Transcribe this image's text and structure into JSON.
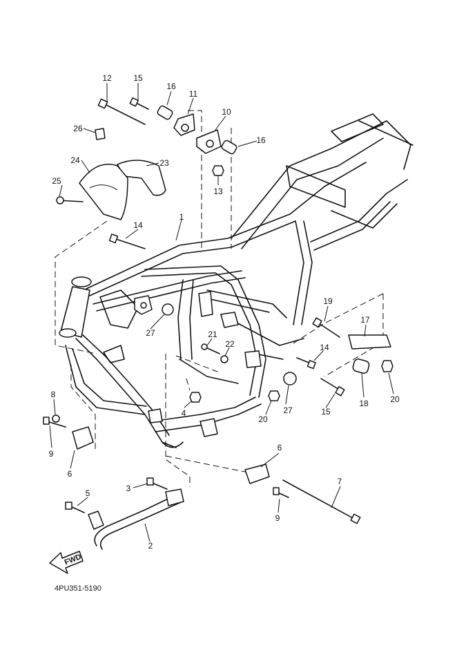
{
  "diagram": {
    "part_code": "4PU351-5190",
    "fwd_label": "FWD"
  },
  "callouts": [
    {
      "key": "c1",
      "label": "1"
    },
    {
      "key": "c2",
      "label": "2"
    },
    {
      "key": "c3",
      "label": "3"
    },
    {
      "key": "c4",
      "label": "4"
    },
    {
      "key": "c5",
      "label": "5"
    },
    {
      "key": "c6a",
      "label": "6"
    },
    {
      "key": "c6b",
      "label": "6"
    },
    {
      "key": "c7",
      "label": "7"
    },
    {
      "key": "c8",
      "label": "8"
    },
    {
      "key": "c9a",
      "label": "9"
    },
    {
      "key": "c9b",
      "label": "9"
    },
    {
      "key": "c10",
      "label": "10"
    },
    {
      "key": "c11",
      "label": "11"
    },
    {
      "key": "c12",
      "label": "12"
    },
    {
      "key": "c13",
      "label": "13"
    },
    {
      "key": "c14a",
      "label": "14"
    },
    {
      "key": "c14b",
      "label": "14"
    },
    {
      "key": "c15a",
      "label": "15"
    },
    {
      "key": "c15b",
      "label": "15"
    },
    {
      "key": "c16a",
      "label": "16"
    },
    {
      "key": "c16b",
      "label": "16"
    },
    {
      "key": "c17",
      "label": "17"
    },
    {
      "key": "c18",
      "label": "18"
    },
    {
      "key": "c19",
      "label": "19"
    },
    {
      "key": "c20a",
      "label": "20"
    },
    {
      "key": "c20b",
      "label": "20"
    },
    {
      "key": "c21",
      "label": "21"
    },
    {
      "key": "c22",
      "label": "22"
    },
    {
      "key": "c23",
      "label": "23"
    },
    {
      "key": "c24",
      "label": "24"
    },
    {
      "key": "c25",
      "label": "25"
    },
    {
      "key": "c26",
      "label": "26"
    },
    {
      "key": "c27a",
      "label": "27"
    },
    {
      "key": "c27b",
      "label": "27"
    }
  ]
}
